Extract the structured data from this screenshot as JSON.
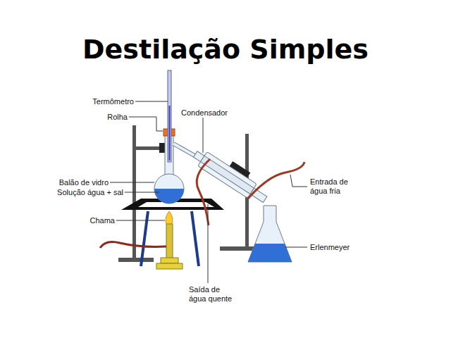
{
  "diagram": {
    "title": "Destilação Simples",
    "labels": [
      "Termômetro",
      "Rolha",
      "Condensador",
      "Balão de vidro",
      "Solução água + sal",
      "Chama",
      "Entrada de água fria",
      "Erlenmeyer",
      "Saída de água quente"
    ]
  }
}
